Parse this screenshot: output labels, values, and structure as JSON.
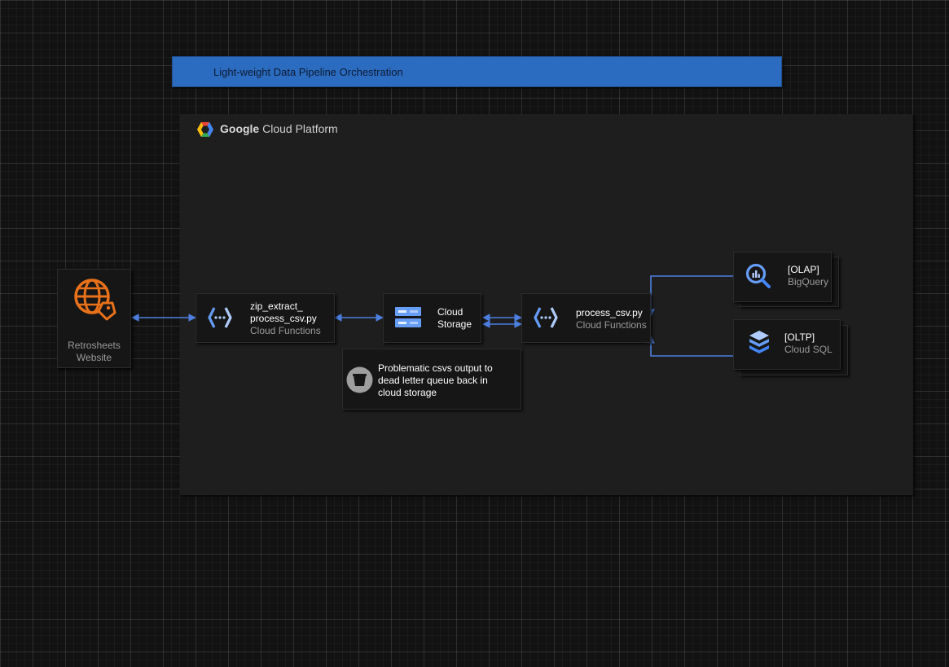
{
  "banner": {
    "title": "Light-weight Data Pipeline Orchestration"
  },
  "gcp": {
    "brand": "Google",
    "product": "Cloud Platform"
  },
  "website": {
    "line1": "Retrosheets",
    "line2": "Website"
  },
  "zip_function": {
    "name_line1": "zip_extract_",
    "name_line2": "process_csv.py",
    "service": "Cloud Functions"
  },
  "storage": {
    "line1": "Cloud",
    "line2": "Storage"
  },
  "dead_letter": {
    "text": "Problematic csvs output to dead letter queue back in cloud storage"
  },
  "process_function": {
    "name": "process_csv.py",
    "service": "Cloud Functions"
  },
  "olap": {
    "label": "[OLAP]",
    "service": "BigQuery"
  },
  "oltp": {
    "label": "[OLTP]",
    "service": "Cloud SQL"
  },
  "colors": {
    "banner": "#2b6cc0",
    "connector": "#4d7fe0",
    "gcp_icon_blue": "#669df6",
    "website_icon": "#e8711a",
    "panel": "#1e1e1e"
  }
}
